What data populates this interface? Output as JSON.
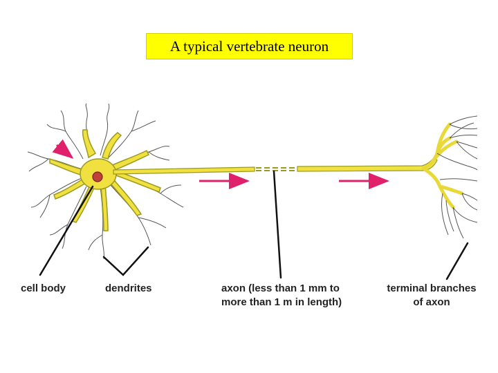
{
  "title": "A typical vertebrate neuron",
  "labels": {
    "cell_body": "cell body",
    "dendrites": "dendrites",
    "axon_line1": "axon (less than 1 mm to",
    "axon_line2": "more than 1 m in length)",
    "terminal_line1": "terminal branches",
    "terminal_line2": "of axon"
  },
  "colors": {
    "title_background": "#ffff00",
    "neuron_fill": "#f0e040",
    "neuron_outline": "#9a9a20",
    "nucleus": "#c0403a",
    "signal_arrow": "#e0206a",
    "dendrite_line": "#555555",
    "pointer_line": "#111111"
  }
}
